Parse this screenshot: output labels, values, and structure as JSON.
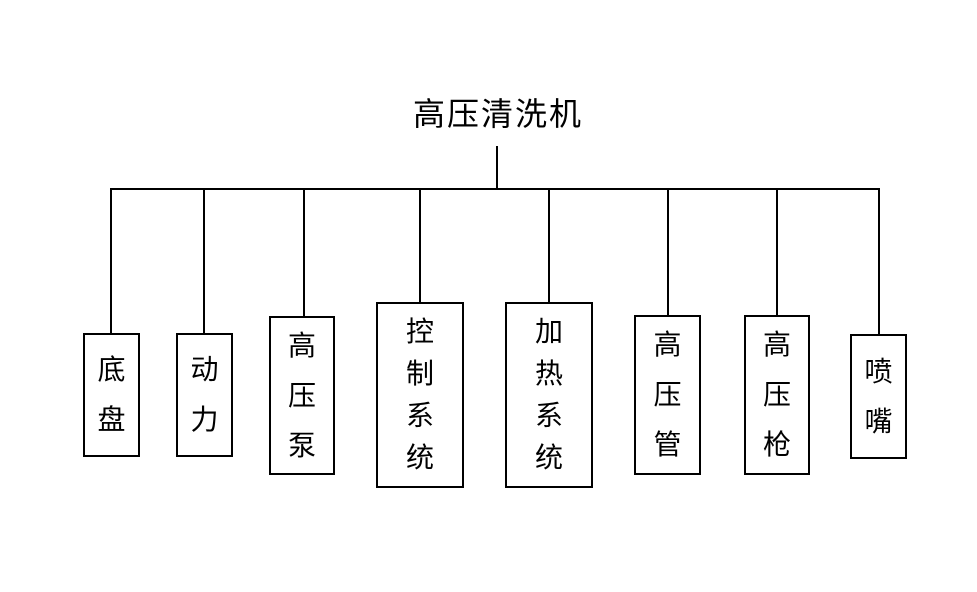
{
  "diagram": {
    "title": "高压清洗机",
    "nodes": [
      {
        "label": "底盘"
      },
      {
        "label": "动力"
      },
      {
        "label": "高压泵"
      },
      {
        "label": "控制系统"
      },
      {
        "label": "加热系统"
      },
      {
        "label": "高压管"
      },
      {
        "label": "高压枪"
      },
      {
        "label": "喷嘴"
      }
    ],
    "colors": {
      "line": "#000000",
      "text": "#000000",
      "background": "#ffffff"
    }
  }
}
